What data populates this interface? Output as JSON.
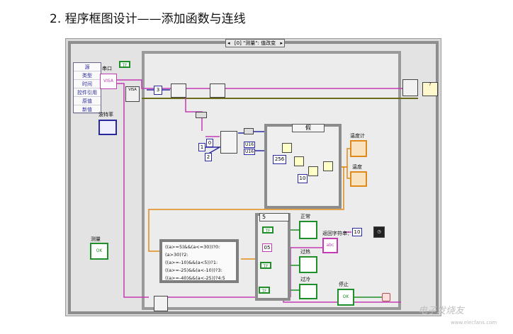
{
  "heading": "2. 程序框图设计——添加函数与连线",
  "event_selector": "[0] \"测量\": 值改变",
  "case_selector_false": "假",
  "case_selector_5": "5",
  "enum_items": [
    "源",
    "类型",
    "时间",
    "控件引用",
    "原值",
    "新值"
  ],
  "labels": {
    "serial": "串口",
    "baud": "波特率",
    "temp_meter": "温度计",
    "temp": "温度",
    "normal": "正常",
    "overheat": "过热",
    "overcool": "过冷",
    "stop": "停止",
    "measure": "测量",
    "return_str": "返回字符串："
  },
  "constants": {
    "c3": "3",
    "c0": "0",
    "c1": "1",
    "c2": "2",
    "c256": "256",
    "c10": "10",
    "c05": "05",
    "u16a": "U16",
    "u16b": "U16",
    "visa": "VISA",
    "ok": "OK",
    "tf": "TF",
    "abc": "abc",
    "ten": "10"
  },
  "formula_lines": [
    "((a>=5)&&(a<=30))?0:",
    "(a>30)?2:",
    "((a>=-10)&&(a<5))?1:",
    "((a>=-25)&&(a<-10))?3:",
    "((a>=-40)&&(a<-25))?4:5"
  ],
  "watermark": "电子发烧友",
  "watermark_url": "www.elecfans.com",
  "colors": {
    "pink_wire": "#c23bb5",
    "olive_wire": "#6b6b1e",
    "blue_wire": "#2a2aa0",
    "green_wire": "#1f8f2a",
    "orange_wire": "#e08a1a"
  }
}
